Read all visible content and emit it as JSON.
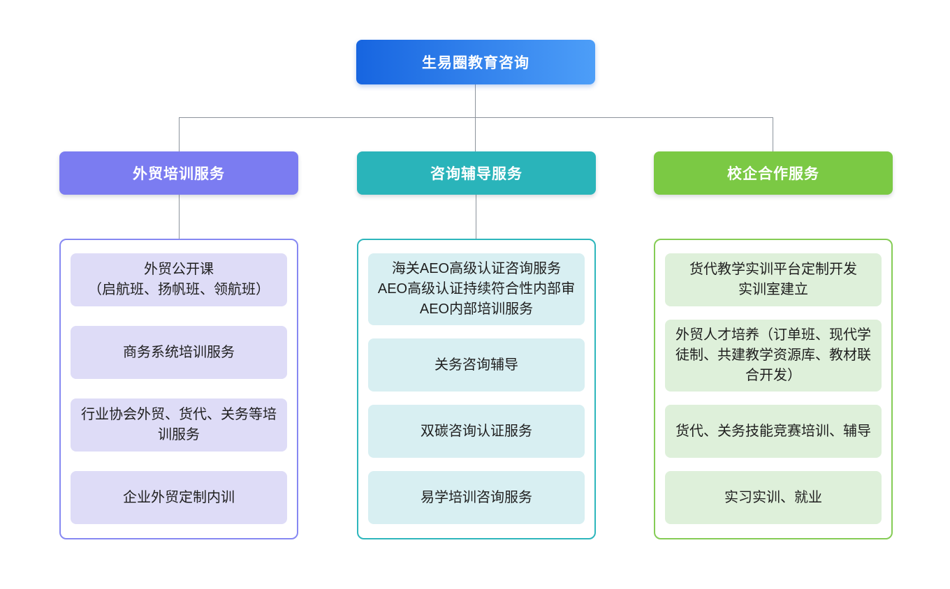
{
  "palette": {
    "root_grad_start": "#1765e0",
    "root_grad_end": "#4d9ef8",
    "branch1": "#7b7cf1",
    "branch1_light": "#dedcf7",
    "branch1_border": "#8688f2",
    "branch2": "#2ab4ba",
    "branch2_light": "#d8eff2",
    "branch2_border": "#2db6bc",
    "branch3": "#7bc944",
    "branch3_light": "#def0da",
    "bran3_unused": "#ffffff",
    "branch3_border": "#85cc55",
    "connector": "#8c939c",
    "node_text": "#1f1f1f",
    "header_text": "#ffffff"
  },
  "root": {
    "label": "生易圈教育咨询"
  },
  "branches": [
    {
      "label": "外贸培训服务",
      "items": [
        "外贸公开课\n（启航班、扬帆班、领航班）",
        "商务系统培训服务",
        "行业协会外贸、货代、关务等培训服务",
        "企业外贸定制内训"
      ]
    },
    {
      "label": "咨询辅导服务",
      "items": [
        "海关AEO高级认证咨询服务\nAEO高级认证持续符合性内部审\nAEO内部培训服务",
        "关务咨询辅导",
        "双碳咨询认证服务",
        "易学培训咨询服务"
      ]
    },
    {
      "label": "校企合作服务",
      "items": [
        "货代教学实训平台定制开发\n实训室建立",
        "外贸人才培养（订单班、现代学徒制、共建教学资源库、教材联合开发）",
        "货代、关务技能竞赛培训、辅导",
        "实习实训、就业"
      ]
    }
  ]
}
